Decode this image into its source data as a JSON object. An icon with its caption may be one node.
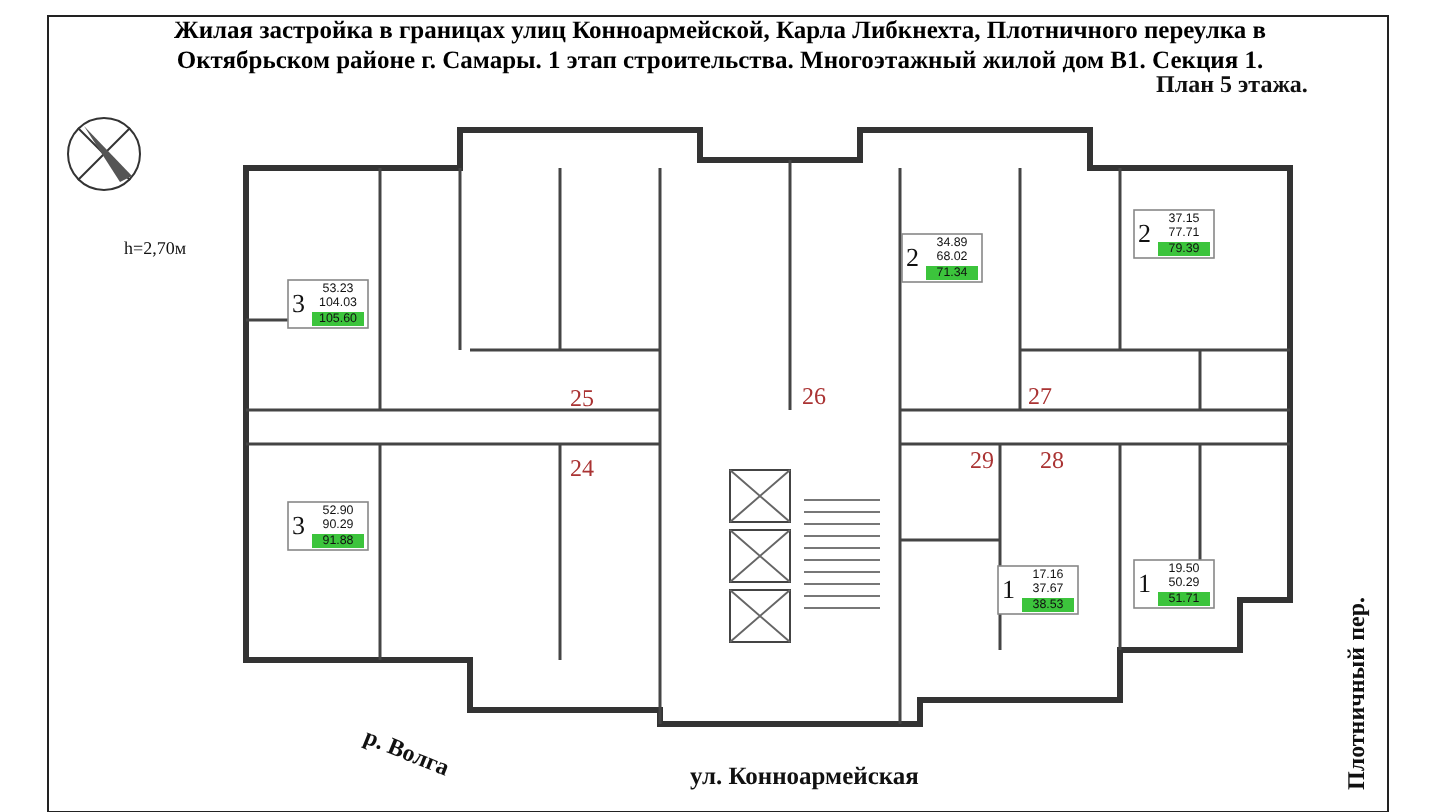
{
  "diagram": {
    "title": "Жилая застройка в границах улиц Конноармейской, Карла Либкнехта, Плотничного переулка в Октябрьском районе г. Самары. 1 этап строительства. Многоэтажный жилой дом В1. Секция 1.",
    "labels": [
      "h=2,70м",
      "План 5 этажа.",
      "3",
      "53.23",
      "104.03",
      "105.60",
      "2",
      "34.89",
      "68.02",
      "71.34",
      "2",
      "37.15",
      "77.71",
      "79.39",
      "3",
      "52.90",
      "90.29",
      "91.88",
      "1",
      "17.16",
      "37.67",
      "38.53",
      "1",
      "19.50",
      "50.29",
      "51.71",
      "25",
      "26",
      "27",
      "24",
      "29",
      "28",
      "р. Волга",
      "ул. Конноармейская",
      "Плотничный пер."
    ]
  }
}
